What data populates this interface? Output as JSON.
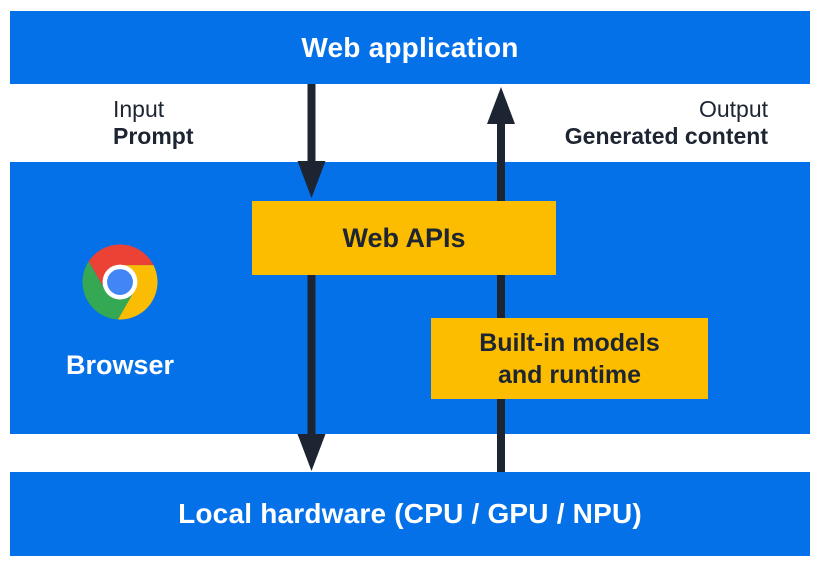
{
  "colors": {
    "layer_blue": "#0571e8",
    "box_yellow": "#fcbd00",
    "arrow_navy": "#1d2533",
    "text_white": "#ffffff",
    "chrome_red": "#ea4335",
    "chrome_yellow": "#fbbc04",
    "chrome_green": "#34a853",
    "chrome_blue": "#4285f4"
  },
  "icons": {
    "browser": "chrome-logo-icon"
  },
  "layers": {
    "web_application": {
      "label": "Web application"
    },
    "io": {
      "input_caption": "Input",
      "input_value": "Prompt",
      "output_caption": "Output",
      "output_value": "Generated content"
    },
    "browser": {
      "label": "Browser"
    },
    "web_apis": {
      "label": "Web APIs"
    },
    "builtin_models": {
      "line1": "Built-in models",
      "line2": "and runtime"
    },
    "local_hardware": {
      "label": "Local hardware (CPU / GPU / NPU)"
    }
  }
}
